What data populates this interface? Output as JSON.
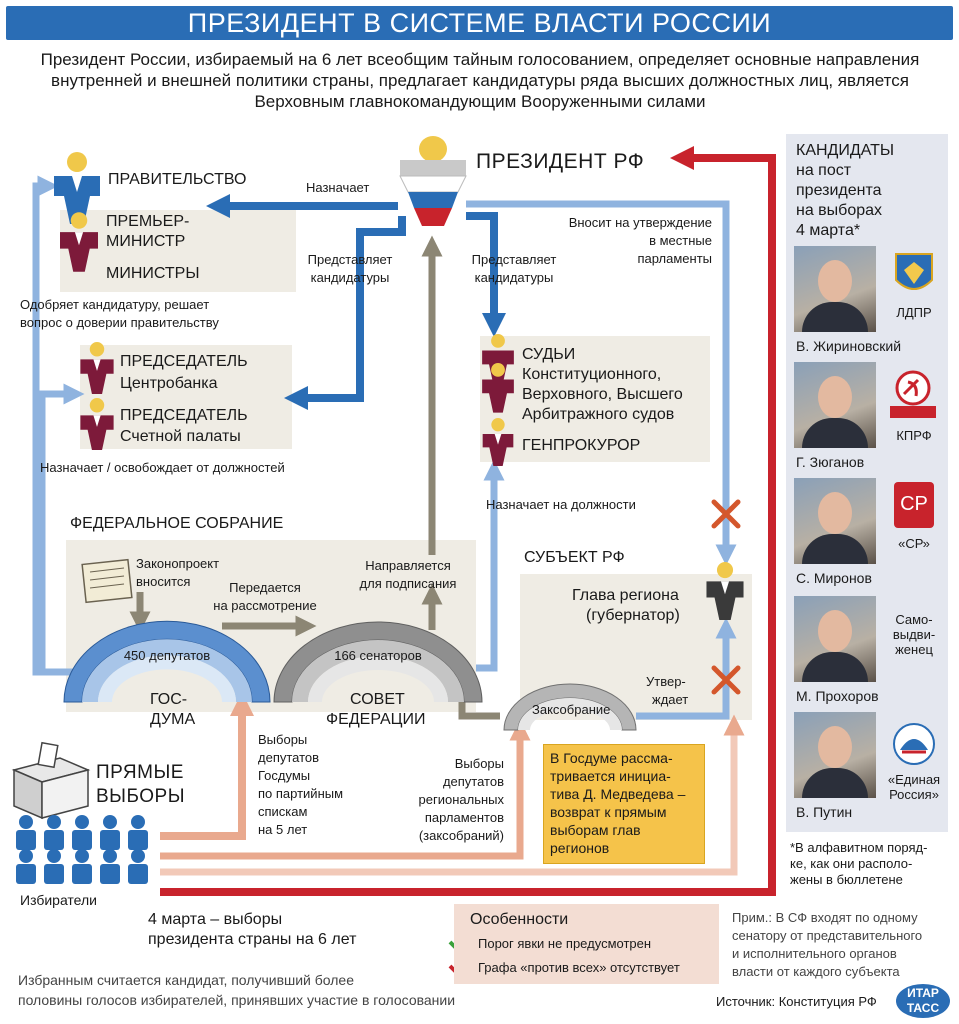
{
  "title": "ПРЕЗИДЕНТ В СИСТЕМЕ ВЛАСТИ РОССИИ",
  "subtitle": "Президент России, избираемый на 6 лет всеобщим тайным голосованием, определяет основные направления внутренней и внешней политики страны, предлагает кандидатуры ряда высших должностных лиц, является Верховным главнокомандующим Вооруженными силами",
  "nodes": {
    "president": "ПРЕЗИДЕНТ РФ",
    "government": "ПРАВИТЕЛЬСТВО",
    "pm": "ПРЕМЬЕР-МИНИСТР",
    "pm_line1": "ПРЕМЬЕР-",
    "pm_line2": "МИНИСТР",
    "ministers": "МИНИСТРЫ",
    "cb_line1": "ПРЕДСЕДАТЕЛЬ",
    "cb_line2": "Центробанка",
    "sp_line1": "ПРЕДСЕДАТЕЛЬ",
    "sp_line2": "Счетной палаты",
    "judges_line1": "СУДЬИ",
    "judges_line2": "Конституционного,",
    "judges_line3": "Верховного, Высшего",
    "judges_line4": "Арбитражного судов",
    "prosecutor": "ГЕНПРОКУРОР",
    "fed_assembly": "ФЕДЕРАЛЬНОЕ СОБРАНИЕ",
    "duma_seats": "450 депутатов",
    "duma_line1": "ГОС-",
    "duma_line2": "ДУМА",
    "sf_seats": "166 сенаторов",
    "sf_line1": "СОВЕТ",
    "sf_line2": "ФЕДЕРАЦИИ",
    "subject": "СУБЪЕКТ РФ",
    "governor_line1": "Глава региона",
    "governor_line2": "(губернатор)",
    "zaksobranie": "Заксобрание",
    "direct_line1": "ПРЯМЫЕ",
    "direct_line2": "ВЫБОРЫ",
    "voters": "Избиратели"
  },
  "edges": {
    "appoints": "Назначает",
    "nominates_l1": "Представляет",
    "nominates_l2": "кандидатуры",
    "nominates_r1": "Представляет",
    "nominates_r2": "кандидатуры",
    "submits_l1": "Вносит на утверждение",
    "submits_l2": "в местные",
    "submits_l3": "парламенты",
    "approves_l1": "Одобряет кандидатуру, решает",
    "approves_l2": "вопрос о доверии правительству",
    "appoints_dismisses": "Назначает / освобождает от должностей",
    "appoints_posts": "Назначает на должности",
    "bill_l1": "Законопроект",
    "bill_l2": "вносится",
    "transfer_l1": "Передается",
    "transfer_l2": "на рассмотрение",
    "signing_l1": "Направляется",
    "signing_l2": "для подписания",
    "confirms_l1": "Утвер-",
    "confirms_l2": "ждает",
    "duma_elect_l1": "Выборы",
    "duma_elect_l2": "депутатов",
    "duma_elect_l3": "Госдумы",
    "duma_elect_l4": "по партийным",
    "duma_elect_l5": "спискам",
    "duma_elect_l6": "на 5 лет",
    "reg_elect_l1": "Выборы",
    "reg_elect_l2": "депутатов",
    "reg_elect_l3": "региональных",
    "reg_elect_l4": "парламентов",
    "reg_elect_l5": "(заксобраний)",
    "pres_elect_l1": "4 марта – выборы",
    "pres_elect_l2": "президента страны на 6 лет"
  },
  "note": "В Госдуме рассма-тривается инициа-тива Д. Медведева – возврат к прямым выборам глав регионов",
  "note_lines": [
    "В Госдуме рассма-",
    "тривается инициа-",
    "тива Д. Медведева –",
    "возврат к прямым",
    "выборам глав",
    "регионов"
  ],
  "features": {
    "title": "Особенности",
    "item1": "Порог явки не предусмотрен",
    "item2": "Графа «против всех» отсутствует"
  },
  "footnote_elected_l1": "Избранным считается кандидат, получивший более",
  "footnote_elected_l2": "половины голосов избирателей, принявших участие в голосовании",
  "footnote_sf_l1": "Прим.: В СФ входят по одному",
  "footnote_sf_l2": "сенатору от представительного",
  "footnote_sf_l3": "и исполнительного органов",
  "footnote_sf_l4": "власти от каждого субъекта",
  "source": "Источник: Конституция РФ",
  "agency_l1": "ИТАР",
  "agency_l2": "ТАСС",
  "candidates": {
    "title_l1": "КАНДИДАТЫ",
    "title_l2": "на пост",
    "title_l3": "президента",
    "title_l4": "на выборах",
    "title_l5": "4 марта*",
    "list": [
      {
        "name": "В. Жириновский",
        "party": "ЛДПР",
        "logo_text": "ЛДПР"
      },
      {
        "name": "Г. Зюганов",
        "party": "КПРФ",
        "logo_text": "КПРФ"
      },
      {
        "name": "С. Миронов",
        "party": "«СР»",
        "logo_text": "СР"
      },
      {
        "name": "М. Прохоров",
        "party_l1": "Само-",
        "party_l2": "выдви-",
        "party_l3": "женец"
      },
      {
        "name": "В. Путин",
        "party_l1": "«Единая",
        "party_l2": "Россия»"
      }
    ],
    "footnote_l1": "*В алфавитном поряд-",
    "footnote_l2": "ке, как они располо-",
    "footnote_l3": "жены в бюллетене"
  },
  "colors": {
    "blue": "#2a6db5",
    "light_blue": "#8fb3df",
    "red": "#c8232c",
    "salmon": "#e9a98e",
    "olive": "#8c8674",
    "note": "#f5c34a"
  },
  "icons": [
    "president-icon",
    "person-icon",
    "ballot-box-icon",
    "document-icon",
    "cross-icon",
    "check-icon",
    "voter-icon"
  ]
}
